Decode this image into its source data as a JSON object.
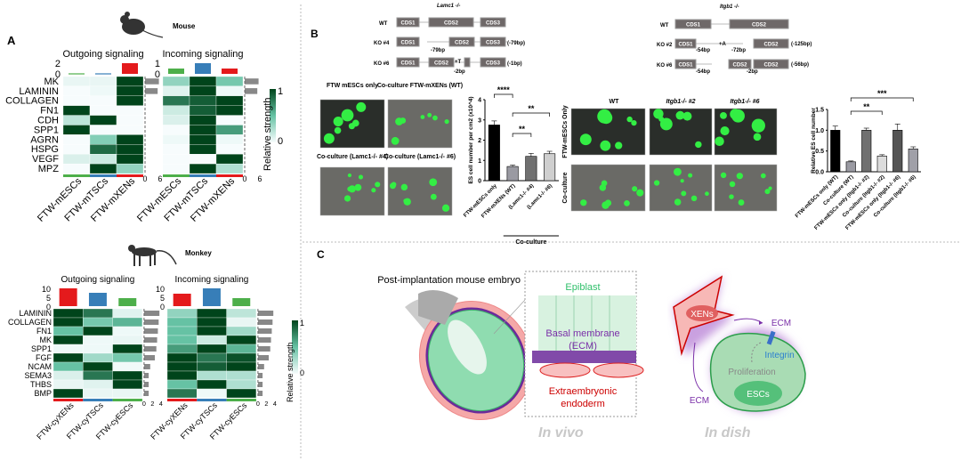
{
  "panel_a": {
    "label": "A",
    "mouse": {
      "species": "Mouse",
      "outgoing_title": "Outgoing signaling",
      "incoming_title": "Incoming signaling",
      "columns": [
        "FTW-mESCs",
        "FTW-mTSCs",
        "FTW-mXENs"
      ],
      "column_colors": [
        "#4daf4a",
        "#377eb8",
        "#e41a1c"
      ],
      "rows": [
        "MK",
        "LAMININ",
        "COLLAGEN",
        "FN1",
        "CDH",
        "SPP1",
        "AGRN",
        "HSPG",
        "VEGF",
        "MPZ"
      ],
      "outgoing": [
        [
          0.05,
          0.05,
          1
        ],
        [
          0,
          0.03,
          1
        ],
        [
          0,
          0,
          1
        ],
        [
          1,
          0,
          0
        ],
        [
          0.2,
          1,
          0
        ],
        [
          1,
          0,
          0
        ],
        [
          0,
          0.4,
          1
        ],
        [
          0,
          0.85,
          1
        ],
        [
          0.1,
          0.15,
          1
        ],
        [
          0,
          1,
          0.35
        ]
      ],
      "incoming": [
        [
          0.35,
          1,
          0.45
        ],
        [
          0.08,
          1,
          0.03
        ],
        [
          0.8,
          0.9,
          1
        ],
        [
          0.15,
          0.9,
          1
        ],
        [
          0.1,
          1,
          0
        ],
        [
          0,
          1,
          0.65
        ],
        [
          0.03,
          1,
          0.03
        ],
        [
          0,
          1,
          0
        ],
        [
          0,
          0,
          1
        ],
        [
          0,
          1,
          0.25
        ]
      ],
      "outgoing_top": {
        "values": [
          0.1,
          0.1,
          2
        ],
        "max": 2,
        "ticks": [
          "2",
          "0"
        ]
      },
      "incoming_top": {
        "values": [
          0.5,
          1,
          0.5
        ],
        "max": 1,
        "ticks": [
          "1",
          "0"
        ]
      },
      "outgoing_side": {
        "values": [
          5.5,
          5,
          0,
          0,
          0,
          0,
          0,
          0,
          0,
          0
        ],
        "max": 6,
        "ticks": [
          "0",
          "6"
        ]
      },
      "incoming_side": {
        "values": [
          5.5,
          5,
          0,
          0,
          0,
          0,
          0,
          0,
          0,
          0
        ],
        "max": 6,
        "ticks": [
          "0",
          "6"
        ]
      },
      "legend_title": "Relative strength",
      "legend_ticks": [
        "1",
        "0"
      ]
    },
    "monkey": {
      "species": "Monkey",
      "outgoing_title": "Outgoing signaling",
      "incoming_title": "Incoming signaling",
      "columns": [
        "FTW-cyXENs",
        "FTW-cyTSCs",
        "FTW-cyESCs"
      ],
      "column_colors": [
        "#e41a1c",
        "#377eb8",
        "#4daf4a"
      ],
      "rows": [
        "LAMININ",
        "COLLAGEN",
        "FN1",
        "MK",
        "SPP1",
        "FGF",
        "NCAM",
        "SEMA3",
        "THBS",
        "BMP"
      ],
      "outgoing": [
        [
          1,
          0.8,
          0.08
        ],
        [
          1,
          0.45,
          0.55
        ],
        [
          0.5,
          1,
          0.03
        ],
        [
          1,
          0.03,
          0.05
        ],
        [
          0.03,
          0.03,
          1
        ],
        [
          1,
          0.3,
          0.45
        ],
        [
          0.5,
          1,
          0.02
        ],
        [
          0.1,
          0.8,
          1
        ],
        [
          0.05,
          0.08,
          1
        ],
        [
          1,
          0.05,
          0.05
        ]
      ],
      "incoming": [
        [
          0.35,
          1,
          0.2
        ],
        [
          0.5,
          1,
          0.05
        ],
        [
          0.5,
          1,
          0.3
        ],
        [
          0.5,
          0.15,
          1
        ],
        [
          0.65,
          1,
          0.55
        ],
        [
          1,
          0.8,
          0.95
        ],
        [
          1,
          0.9,
          1
        ],
        [
          1,
          0.25,
          0.25
        ],
        [
          0.5,
          1,
          0.25
        ],
        [
          0.8,
          0.03,
          1
        ]
      ],
      "outgoing_top": {
        "values": [
          10,
          7.5,
          4.5
        ],
        "max": 10,
        "ticks": [
          "10",
          "5",
          "0"
        ]
      },
      "incoming_top": {
        "values": [
          7,
          10,
          4.5
        ],
        "max": 10,
        "ticks": [
          "10",
          "5",
          "0"
        ]
      },
      "outgoing_side": {
        "values": [
          4,
          3.8,
          3.6,
          3.4,
          3.2,
          2.8,
          1.6,
          1.2,
          1.2,
          1.2
        ],
        "max": 4.4,
        "ticks": [
          "0",
          "2",
          "4"
        ]
      },
      "incoming_side": {
        "values": [
          4,
          3.8,
          3.6,
          3.4,
          3.2,
          2.8,
          1.6,
          1.2,
          1.2,
          1.2
        ],
        "max": 4.4,
        "ticks": [
          "0",
          "2",
          "4"
        ]
      },
      "legend_title": "Relative strength",
      "legend_ticks": [
        "1",
        "0"
      ]
    }
  },
  "panel_b": {
    "label": "B",
    "lamc1": {
      "title": "Lamc1 -/-",
      "wt": "WT",
      "ko4": "KO #4",
      "ko6": "KO #6",
      "cds1": "CDS1",
      "cds2": "CDS2",
      "cds3": "CDS3",
      "del79": "-79bp",
      "res79": "(-79bp)",
      "insT": "+T",
      "del2": "-2bp",
      "res1": "(-1bp)"
    },
    "itgb1": {
      "title": "Itgb1 -/-",
      "wt": "WT",
      "ko2": "KO #2",
      "ko6": "KO #6",
      "cds1": "CDS1",
      "cds2": "CDS2",
      "del54": "-54bp",
      "insA": "+A",
      "del72": "-72bp",
      "res125": "(-125bp)",
      "del2": "-2bp",
      "res56": "(-56bp)"
    },
    "images_lamc1": [
      "FTW mESCs only",
      "Co-culture FTW-mXENs (WT)",
      "Co-culture (Lamc1-/- #4)",
      "Co-culture (Lamc1-/- #6)"
    ],
    "images_itgb1": {
      "cols": [
        "WT",
        "Itgb1-/- #2",
        "Itgb1-/- #6"
      ],
      "rows": [
        "FTW-mESCs Only",
        "Co-culture"
      ]
    },
    "chart_data": [
      {
        "type": "bar",
        "categories": [
          "FTW-mESCs only",
          "FTW-mXENs (WT)",
          "(Lamc1-/- #4)",
          "(Lamc1-/- #6)"
        ],
        "values": [
          2.75,
          0.7,
          1.2,
          1.33
        ],
        "errors": [
          0.2,
          0.07,
          0.15,
          0.12
        ],
        "colors": [
          "#000000",
          "#9a9aa2",
          "#707070",
          "#cfcfcf"
        ],
        "ylabel": "ES cell number per cm2 (x10^4)",
        "ylim": [
          0,
          4
        ],
        "yticks": [
          "0",
          "1",
          "2",
          "3",
          "4"
        ],
        "group_label": "Co-culture",
        "significance": [
          {
            "from": 0,
            "to": 1,
            "label": "****"
          },
          {
            "from": 1,
            "to": 2,
            "label": "**"
          },
          {
            "from": 1,
            "to": 3,
            "label": "**"
          }
        ]
      },
      {
        "type": "bar",
        "categories": [
          "FTW-mESCs only (WT)",
          "Co-culture (WT)",
          "FTW-mESCs only (Itgb1-/- #2)",
          "Co-culture (Itgb1-/- #2)",
          "FTW-mESCs only (Itgb1-/- #6)",
          "Co-culture (Itgb1-/- #6)"
        ],
        "values": [
          1.0,
          0.24,
          1.0,
          0.38,
          1.0,
          0.55
        ],
        "errors": [
          0.1,
          0.02,
          0.05,
          0.03,
          0.15,
          0.05
        ],
        "colors": [
          "#000000",
          "#9a9aa2",
          "#707070",
          "#dcdcdc",
          "#555555",
          "#a0a0a8"
        ],
        "ylabel": "Relative ES cell number",
        "ylim": [
          0,
          1.5
        ],
        "yticks": [
          "0.0",
          "0.5",
          "1.0",
          "1.5"
        ],
        "significance": [
          {
            "from": 1,
            "to": 3,
            "label": "**"
          },
          {
            "from": 1,
            "to": 5,
            "label": "***"
          }
        ]
      }
    ]
  },
  "panel_c": {
    "label": "C",
    "embryo_title": "Post-implantation mouse embryo",
    "epiblast": "Epiblast",
    "basal": "Basal membrane",
    "ecm_paren": "(ECM)",
    "exe1": "Extraembryonic",
    "exe2": "endoderm",
    "in_vivo": "In vivo",
    "xens": "XENs",
    "ecm": "ECM",
    "integrin": "Integrin",
    "proliferation": "Proliferation",
    "escs": "ESCs",
    "in_dish": "In dish"
  }
}
